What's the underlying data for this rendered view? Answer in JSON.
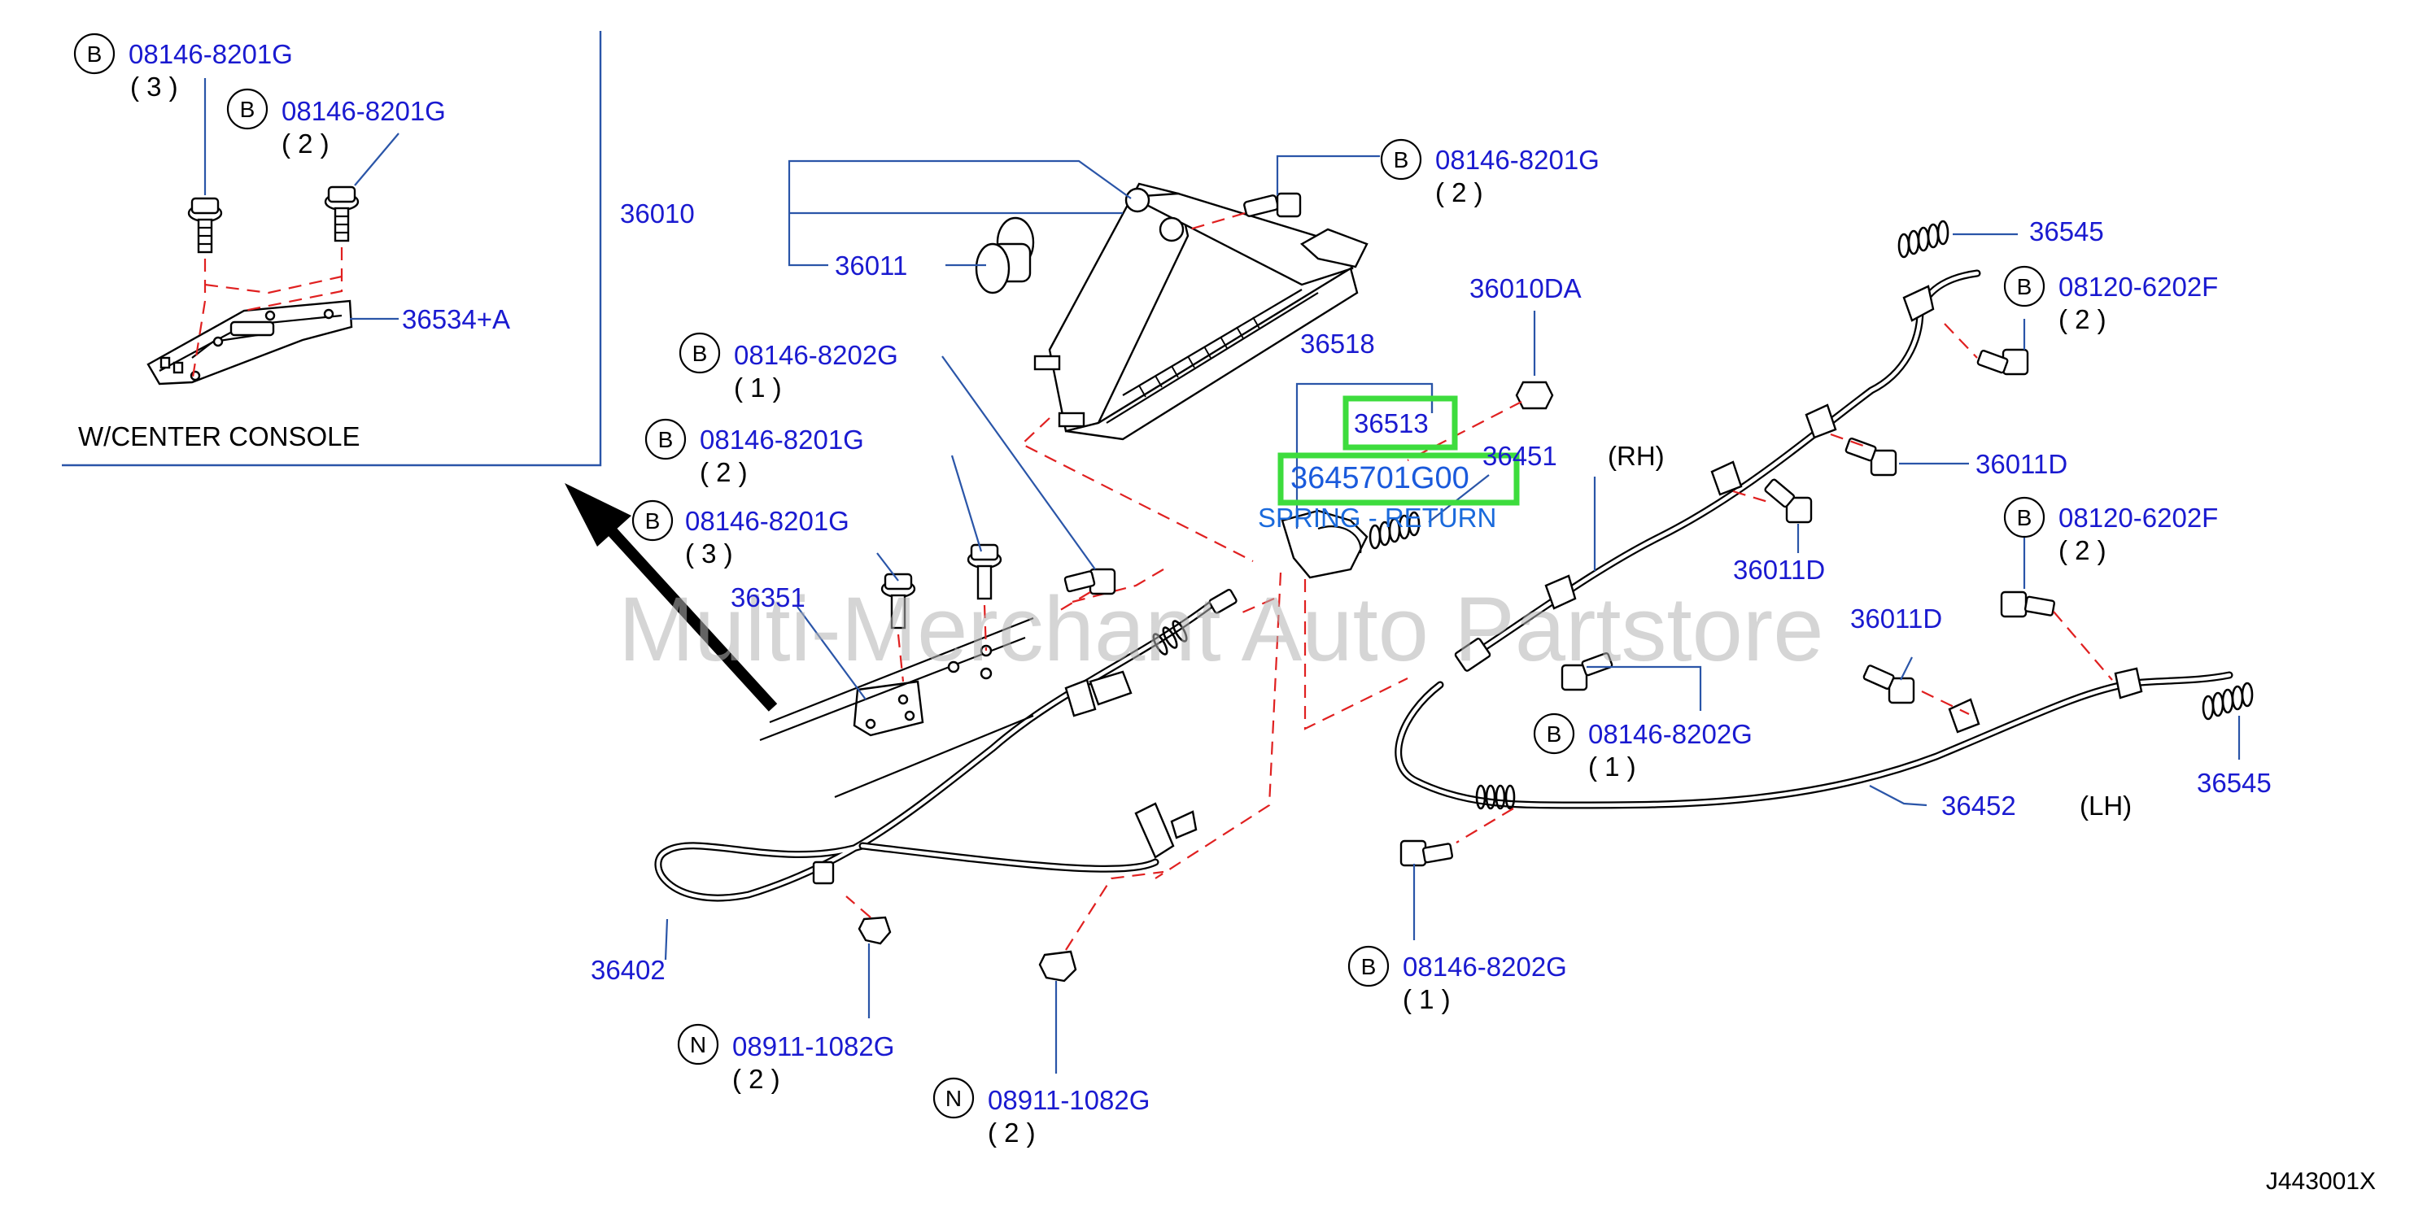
{
  "diagram_id": "J443001X",
  "watermark": "Multi-Merchant Auto Partstore",
  "inset": {
    "title": "W/CENTER  CONSOLE"
  },
  "callouts": {
    "c1": {
      "badge": "B",
      "part": "08146-8201G",
      "qty": "( 3 )"
    },
    "c2": {
      "badge": "B",
      "part": "08146-8201G",
      "qty": "( 2 )"
    },
    "c3": {
      "part": "36534+A"
    },
    "c4": {
      "part": "36010"
    },
    "c5": {
      "part": "36011"
    },
    "c6": {
      "badge": "B",
      "part": "08146-8201G",
      "qty": "( 2 )"
    },
    "c7": {
      "part": "36010DA"
    },
    "c8": {
      "part": "36518"
    },
    "c9": {
      "part": "36513"
    },
    "c10": {
      "part": "3645701G00"
    },
    "c11": {
      "part": "36451",
      "side": "(RH)"
    },
    "c12": {
      "desc": "SPRING - RETURN"
    },
    "c13": {
      "badge": "B",
      "part": "08146-8202G",
      "qty": "( 1 )"
    },
    "c14": {
      "badge": "B",
      "part": "08146-8201G",
      "qty": "( 2 )"
    },
    "c15": {
      "badge": "B",
      "part": "08146-8201G",
      "qty": "( 3 )"
    },
    "c16": {
      "part": "36351"
    },
    "c17": {
      "part": "36545"
    },
    "c18": {
      "badge": "B",
      "part": "08120-6202F",
      "qty": "( 2 )"
    },
    "c19": {
      "part": "36011D"
    },
    "c20": {
      "part": "36011D"
    },
    "c21": {
      "badge": "B",
      "part": "08120-6202F",
      "qty": "( 2 )"
    },
    "c22": {
      "part": "36011D"
    },
    "c23": {
      "badge": "B",
      "part": "08146-8202G",
      "qty": "( 1 )"
    },
    "c24": {
      "part": "36452",
      "side": "(LH)"
    },
    "c25": {
      "part": "36545"
    },
    "c26": {
      "part": "36402"
    },
    "c27": {
      "badge": "B",
      "part": "08146-8202G",
      "qty": "( 1 )"
    },
    "c28": {
      "badge": "N",
      "part": "08911-1082G",
      "qty": "( 2 )"
    },
    "c29": {
      "badge": "N",
      "part": "08911-1082G",
      "qty": "( 2 )"
    }
  }
}
